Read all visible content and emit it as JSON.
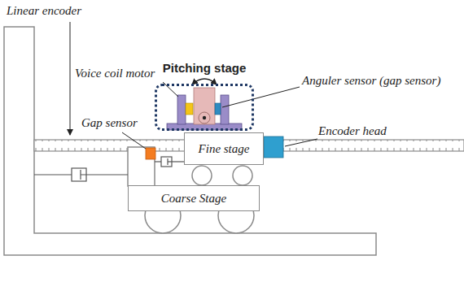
{
  "diagram": {
    "nodes": [
      {
        "text": [
          "Pitching stage"
        ]
      },
      {
        "text": [
          "Fine stage"
        ]
      },
      {
        "text": [
          "Coarse Stage"
        ]
      }
    ],
    "labels": [
      "Linear encoder",
      "Voice coil motor",
      "Anguler sensor (gap sensor)",
      "Gap sensor",
      "Encoder head"
    ]
  }
}
